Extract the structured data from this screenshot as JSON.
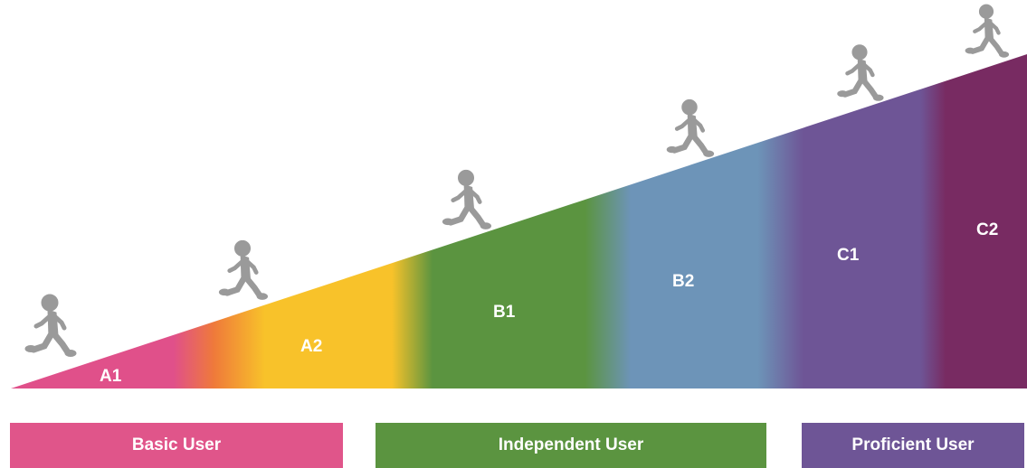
{
  "levels": [
    {
      "code": "A1",
      "color": "#e0508a"
    },
    {
      "code": "A2",
      "color": "#f8c22a"
    },
    {
      "code": "B1",
      "color": "#5b9440"
    },
    {
      "code": "B2",
      "color": "#6d94b8"
    },
    {
      "code": "C1",
      "color": "#6e5596"
    },
    {
      "code": "C2",
      "color": "#782b62"
    }
  ],
  "groups": [
    {
      "label": "Basic User",
      "color": "#e0558a"
    },
    {
      "label": "Independent User",
      "color": "#5b9440"
    },
    {
      "label": "Proficient User",
      "color": "#6e5596"
    }
  ],
  "figure_color": "#9a9a9a",
  "figure_icon": "running-child-icon"
}
